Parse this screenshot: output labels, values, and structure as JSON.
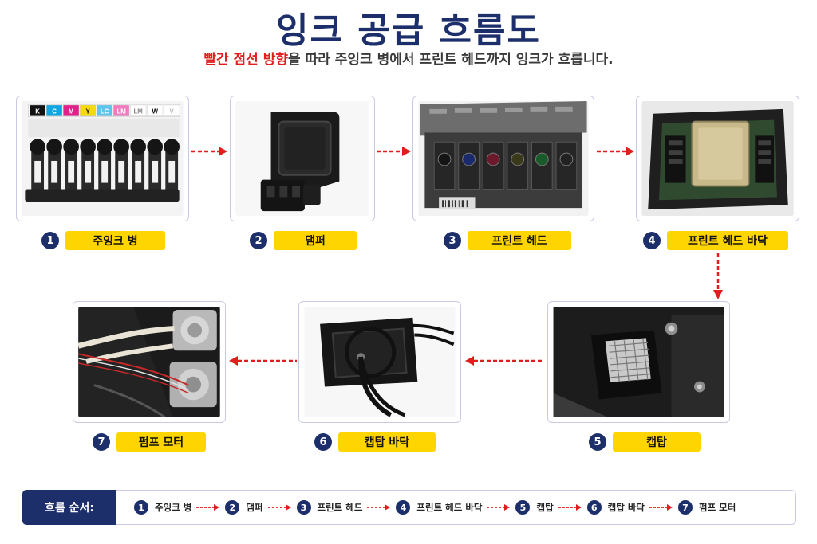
{
  "header": {
    "title": "잉크 공급 흐름도",
    "subtitle_red": "빨간 점선 방향",
    "subtitle_rest": "을 따라 주잉크 병에서 프린트 헤드까지 잉크가 흐릅니다."
  },
  "colors": {
    "navy": "#1c2f6b",
    "yellow": "#ffd500",
    "red": "#e11d1d"
  },
  "ink_tank_labels": [
    "K",
    "C",
    "M",
    "Y",
    "LC",
    "LM",
    "LM",
    "W",
    "V"
  ],
  "steps": [
    {
      "num": "1",
      "label": "주잉크 병"
    },
    {
      "num": "2",
      "label": "댐퍼"
    },
    {
      "num": "3",
      "label": "프린트 헤드"
    },
    {
      "num": "4",
      "label": "프린트 헤드 바닥"
    },
    {
      "num": "5",
      "label": "캡탑"
    },
    {
      "num": "6",
      "label": "캡탑 바닥"
    },
    {
      "num": "7",
      "label": "펌프 모터"
    }
  ],
  "flow_bar": {
    "heading": "흐름 순서:",
    "items": [
      {
        "num": "1",
        "label": "주잉크 병"
      },
      {
        "num": "2",
        "label": "댐퍼"
      },
      {
        "num": "3",
        "label": "프린트 헤드"
      },
      {
        "num": "4",
        "label": "프린트 헤드 바닥"
      },
      {
        "num": "5",
        "label": "캡탑"
      },
      {
        "num": "6",
        "label": "캡탑 바닥"
      },
      {
        "num": "7",
        "label": "펌프 모터"
      }
    ]
  }
}
